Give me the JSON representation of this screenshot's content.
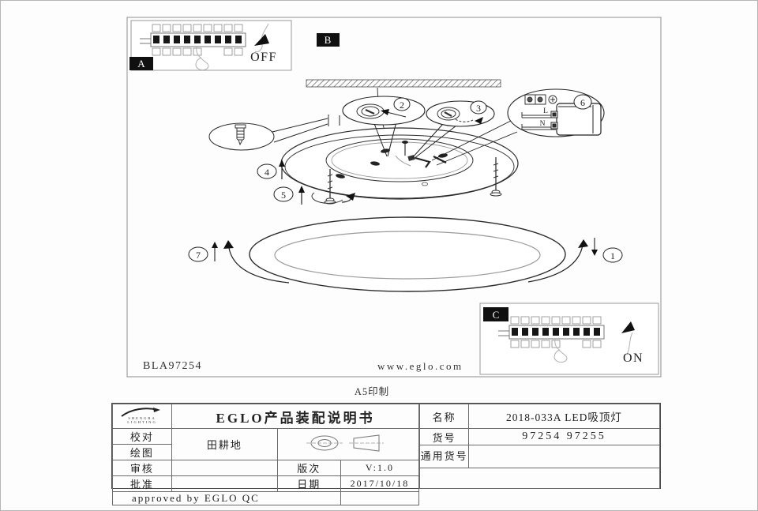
{
  "document": {
    "doc_code": "BLA97254",
    "website": "www.eglo.com",
    "print_note": "A5印制"
  },
  "diagram": {
    "panel_labels": {
      "a": "A",
      "b": "B",
      "c": "C"
    },
    "switch_off": "OFF",
    "switch_on": "ON",
    "wire_live": "L",
    "wire_neutral": "N",
    "steps": {
      "n1": "1",
      "n2": "2",
      "n3": "3",
      "n4": "4",
      "n5": "5",
      "n6": "6",
      "n7": "7"
    }
  },
  "title_block": {
    "logo": {
      "line1": "SHENGBA",
      "line2": "LIGHTING"
    },
    "title": "EGLO产品装配说明书",
    "left": {
      "proofread_label": "校对",
      "draw_label": "绘图",
      "drafter": "田耕地",
      "review_label": "审核",
      "approve_label": "批准",
      "version_label": "版次",
      "version_value": "V:1.0",
      "date_label": "日期",
      "date_value": "2017/10/18",
      "approved_note": "approved by EGLO QC"
    },
    "right": {
      "name_label": "名称",
      "name_value": "2018-033A LED吸顶灯",
      "item_label": "货号",
      "item_value": "97254 97255",
      "common_item_label": "通用货号"
    }
  }
}
